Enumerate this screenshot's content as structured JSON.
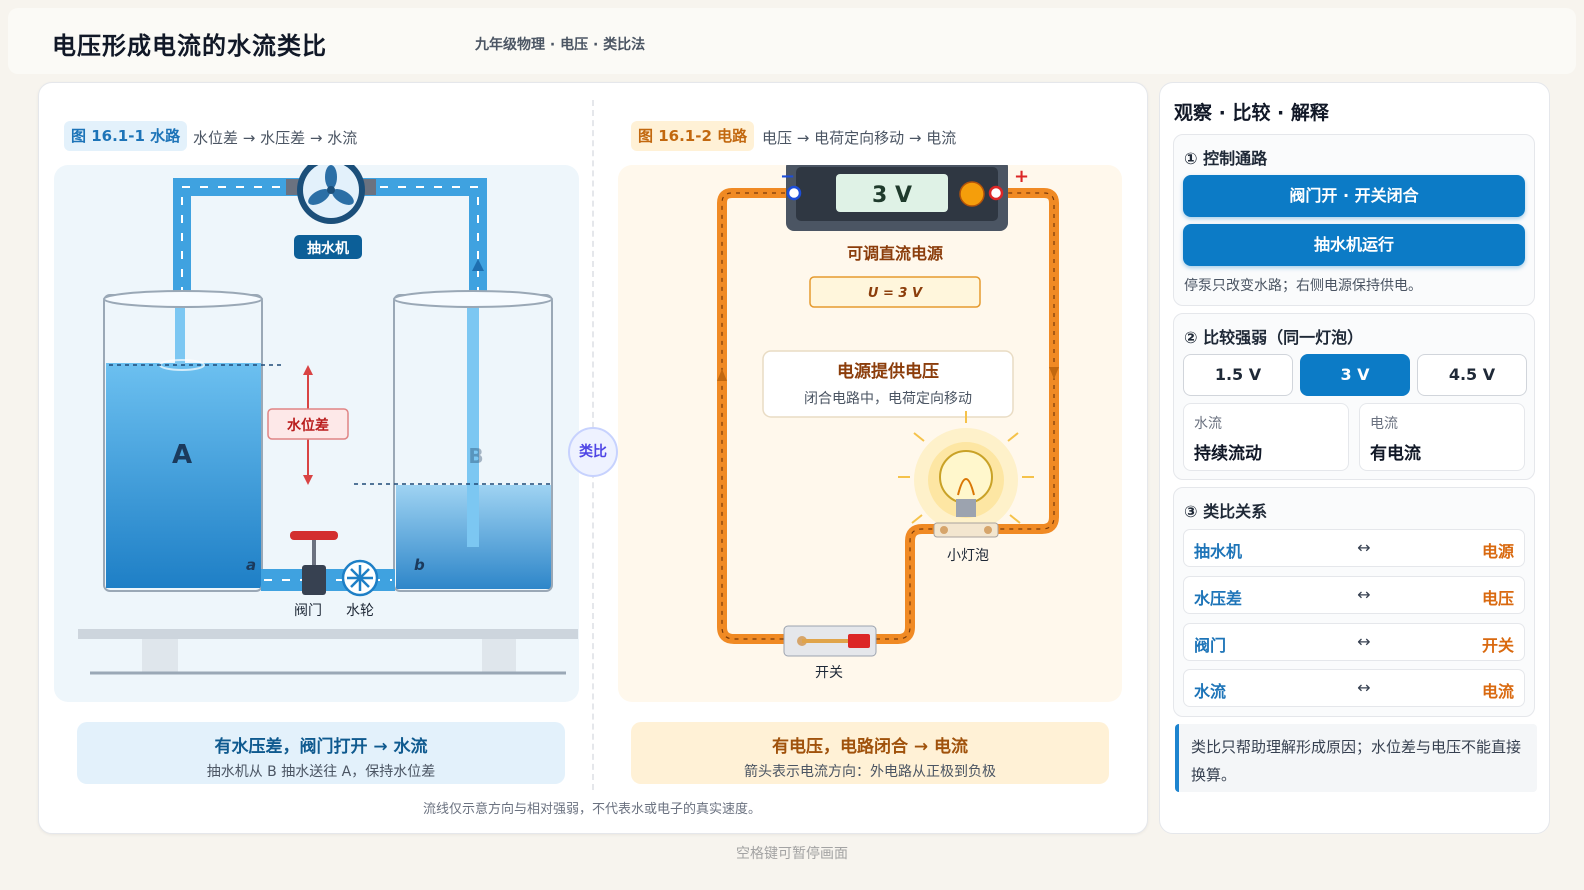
{
  "header": {
    "title": "电压形成电流的水流类比",
    "subtitle": "九年级物理 · 电压 · 类比法"
  },
  "water": {
    "tag": "图 16.1-1 水路",
    "caption": "水位差 → 水压差 → 水流",
    "pump_label": "抽水机",
    "tank_a_label": "A",
    "tank_b_label": "B",
    "point_a_label": "a",
    "point_b_label": "b",
    "level_diff_label": "水位差",
    "valve_label": "阀门",
    "wheel_label": "水轮",
    "banner_title": "有水压差，阀门打开 → 水流",
    "banner_sub": "抽水机从 B 抽水送往 A，保持水位差"
  },
  "circuit": {
    "tag": "图 16.1-2 电路",
    "caption": "电压 → 电荷定向移动 → 电流",
    "display_value": "3 V",
    "minus_sign": "−",
    "plus_sign": "+",
    "source_label": "可调直流电源",
    "voltage_text": "U = 3 V",
    "info_title": "电源提供电压",
    "info_sub": "闭合电路中，电荷定向移动",
    "bulb_label": "小灯泡",
    "switch_label": "开关",
    "banner_title": "有电压，电路闭合 → 电流",
    "banner_sub": "箭头表示电流方向：外电路从正极到负极"
  },
  "analogy_badge": "类比",
  "footnote": "流线仅示意方向与相对强弱，不代表水或电子的真实速度。",
  "hint": "空格键可暂停画面",
  "colors": {
    "accent_blue": "#0c7bc6",
    "accent_orange": "#d9690f",
    "water": "#3fa2e0",
    "wire": "#f08a24"
  },
  "side": {
    "title": "观察 · 比较 · 解释",
    "control": {
      "heading": "① 控制通路",
      "btn_valve": "阀门开 · 开关闭合",
      "btn_pump": "抽水机运行",
      "note": "停泵只改变水路；右侧电源保持供电。"
    },
    "compare": {
      "heading": "② 比较强弱（同一灯泡）",
      "options": [
        "1.5 V",
        "3 V",
        "4.5 V"
      ],
      "selected": "3 V",
      "water_key": "水流",
      "water_val": "持续流动",
      "current_key": "电流",
      "current_val": "有电流"
    },
    "relation": {
      "heading": "③ 类比关系",
      "arrow": "↔",
      "rows": [
        {
          "left": "抽水机",
          "right": "电源"
        },
        {
          "left": "水压差",
          "right": "电压"
        },
        {
          "left": "阀门",
          "right": "开关"
        },
        {
          "left": "水流",
          "right": "电流"
        }
      ]
    },
    "callout": "类比只帮助理解形成原因；水位差与电压不能直接换算。"
  }
}
